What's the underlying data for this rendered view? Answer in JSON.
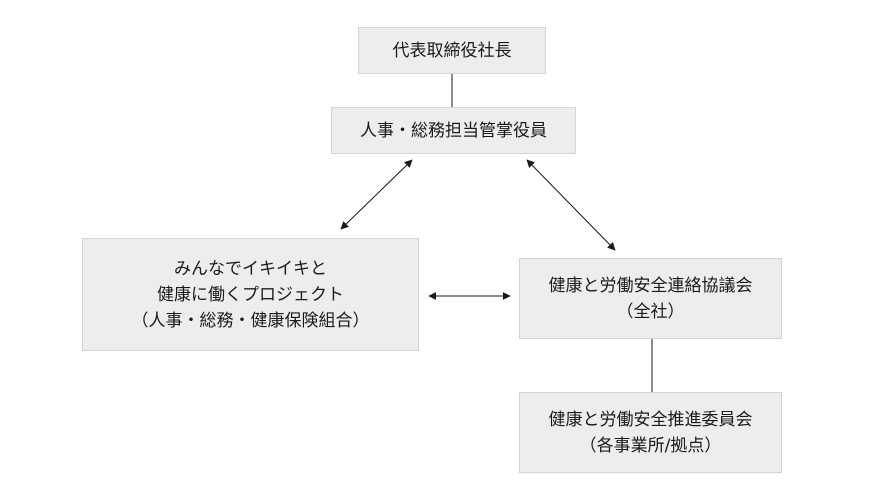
{
  "nodes": {
    "ceo": {
      "lines": [
        "代表取締役社長"
      ]
    },
    "officer": {
      "lines": [
        "人事・総務担当管掌役員"
      ]
    },
    "project": {
      "lines": [
        "みんなでイキイキと",
        "健康に働くプロジェクト",
        "（人事・総務・健康保険組合）"
      ]
    },
    "council": {
      "lines": [
        "健康と労働安全連絡協議会",
        "（全社）"
      ]
    },
    "committee": {
      "lines": [
        "健康と労働安全推進委員会",
        "（各事業所/拠点）"
      ]
    }
  },
  "colors": {
    "box_fill": "#ededed",
    "box_border": "#d4d4d4",
    "line": "#1a1a1a"
  }
}
